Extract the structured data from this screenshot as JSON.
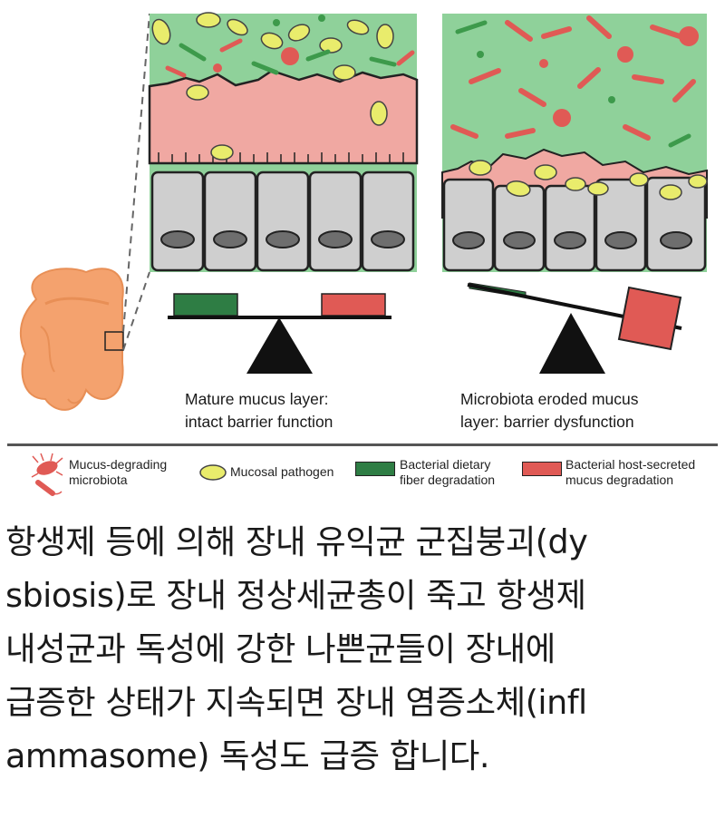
{
  "figure": {
    "left_panel_caption": [
      "Mature mucus layer:",
      "intact barrier function"
    ],
    "right_panel_caption": [
      "Microbiota eroded mucus",
      "layer: barrier dysfunction"
    ],
    "colors": {
      "lumen": "#8fd19a",
      "mucus": "#f0a8a2",
      "epithelium": "#cfcfcf",
      "nucleus": "#6e6e6e",
      "pathogen": "#e9ec6c",
      "degrading_microbiota": "#e05a55",
      "commensal": "#3d9a4b",
      "fiber_bar": "#2e7d44",
      "host_mucus_bar": "#e05a55",
      "colon": "#f4a26e"
    }
  },
  "legend": {
    "items": [
      {
        "icon": "mucus-degrading-microbe-icon",
        "label": "Mucus-degrading\nmicrobiota"
      },
      {
        "icon": "yellow-oval-icon",
        "label": "Mucosal pathogen"
      },
      {
        "icon": "green-bar-icon",
        "label": "Bacterial dietary\nfiber degradation"
      },
      {
        "icon": "red-bar-icon",
        "label": "Bacterial host-secreted\nmucus degradation"
      }
    ]
  },
  "caption": {
    "lines": [
      "항생제 등에 의해 장내 유익균 군집붕괴(dy",
      "sbiosis)로 장내 정상세균총이 죽고 항생제",
      "내성균과 독성에 강한 나쁜균들이 장내에",
      "급증한 상태가 지속되면 장내 염증소체(infl",
      "ammasome) 독성도 급증 합니다."
    ]
  }
}
